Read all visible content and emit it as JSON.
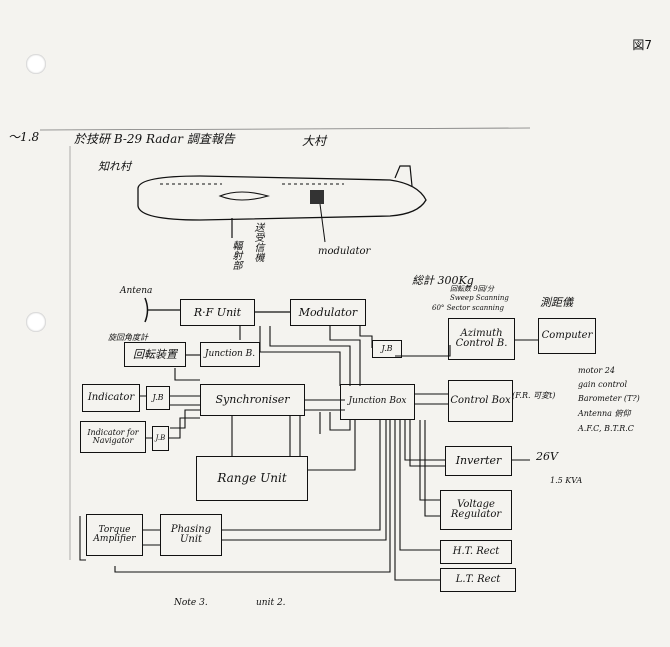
{
  "figure_label": "図7",
  "header": {
    "marker": "～1.8",
    "title": "於技研 B-29 Radar 調査報告",
    "author": "大村",
    "subtitle": "知れ村"
  },
  "airplane_labels": {
    "transmitter": "送受信機",
    "radiator": "輻射部",
    "modulator": "modulator"
  },
  "blocks": {
    "rf_unit": "R·F Unit",
    "modulator": "Modulator",
    "junction_b": "Junction B.",
    "rotating": "回転装置",
    "indicator": "Indicator",
    "jb1": "J.B",
    "jb2": "J.B",
    "jb3": "J.B",
    "indicator_nav": "Indicator for Navigator",
    "synchroniser": "Synchroniser",
    "junction_box": "Junction Box",
    "range_unit": "Range Unit",
    "torque_amp": "Torque Amplifier",
    "phasing_unit": "Phasing Unit",
    "azimuth": "Azimuth Control B.",
    "computer": "Computer",
    "control_box": "Control Box",
    "inverter": "Inverter",
    "voltage_reg": "Voltage Regulator",
    "ht_rect": "H.T. Rect",
    "lt_rect": "L.T. Rect"
  },
  "annotations": {
    "antenna": "Antena",
    "weight": "総計 300Kg",
    "rot": "回転数 9回/分",
    "sweep": "Sweep Scanning",
    "sector": "60° Sector scanning",
    "instrument": "測距儀",
    "rot_drive": "旋回角度計",
    "range_ctrl": "(F.R. 可変t)",
    "motor": "motor 24",
    "gain": "gain control",
    "balance": "Barometer (T?)",
    "antenna_tilt": "Antenna 俯仰",
    "afc": "A.F.C, B.T.R.C",
    "v26": "26V",
    "va": "1.5 KVA",
    "bottom_note1": "Note 3.",
    "bottom_note2": "unit 2."
  }
}
